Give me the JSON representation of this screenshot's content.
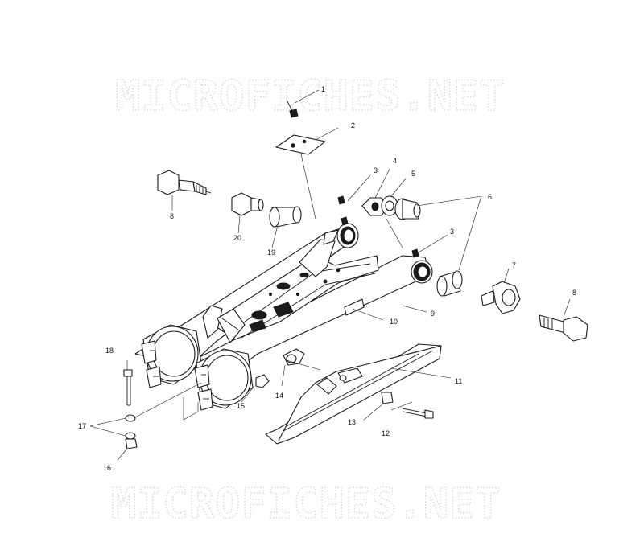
{
  "watermark": {
    "text": "MICROFICHES.NET"
  },
  "callouts": [
    "1",
    "2",
    "3",
    "4",
    "5",
    "6",
    "3",
    "7",
    "8",
    "8",
    "20",
    "19",
    "9",
    "10",
    "11",
    "12",
    "13",
    "14",
    "15",
    "16",
    "17",
    "18"
  ]
}
